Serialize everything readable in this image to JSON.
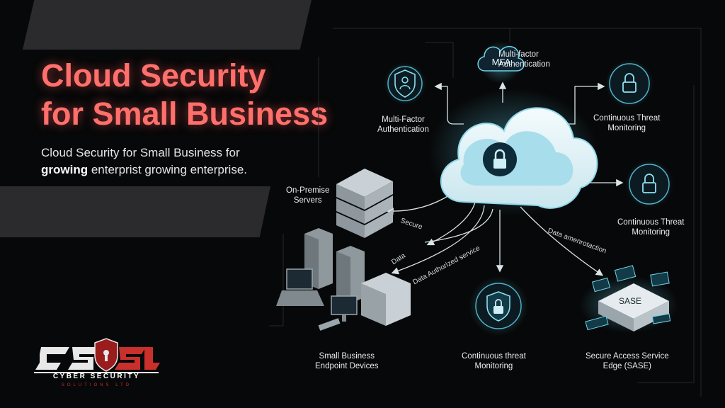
{
  "heading": {
    "line1": "Cloud Security",
    "line2": "for Small Business"
  },
  "subtitle": {
    "part1": "Cloud Security for Small Business for",
    "bold": "growing",
    "part2": " enterprist growing enterprise."
  },
  "nodes": {
    "mfa_badge": "MFA",
    "mfa_top": "Multi-factor\nAuthentication",
    "mfa_left": "Multi-Factor\nAuthentication",
    "threat_top_right": "Continuous Threat\nMonitoring",
    "threat_mid_right": "Continuous Threat\nMonitoring",
    "servers": "On-Premise\nServers",
    "endpoints": "Small Business\nEndpoint Devices",
    "threat_bottom": "Continuous threat\nMonitoring",
    "sase_badge": "SASE",
    "sase": "Secure Access Service\nEdge (SASE)"
  },
  "flows": {
    "secure": "Secure",
    "data": "Data",
    "data_service": "Data Authorized service",
    "data_protection": "Data amenrotaction"
  },
  "logo": {
    "mark": "CSSL",
    "line1": "CYBER SECURITY",
    "line2": "SOLUTIONS LTD"
  },
  "colors": {
    "accent_red": "#ff6f6b",
    "cyan": "#6fd3e8",
    "background": "#070809"
  }
}
